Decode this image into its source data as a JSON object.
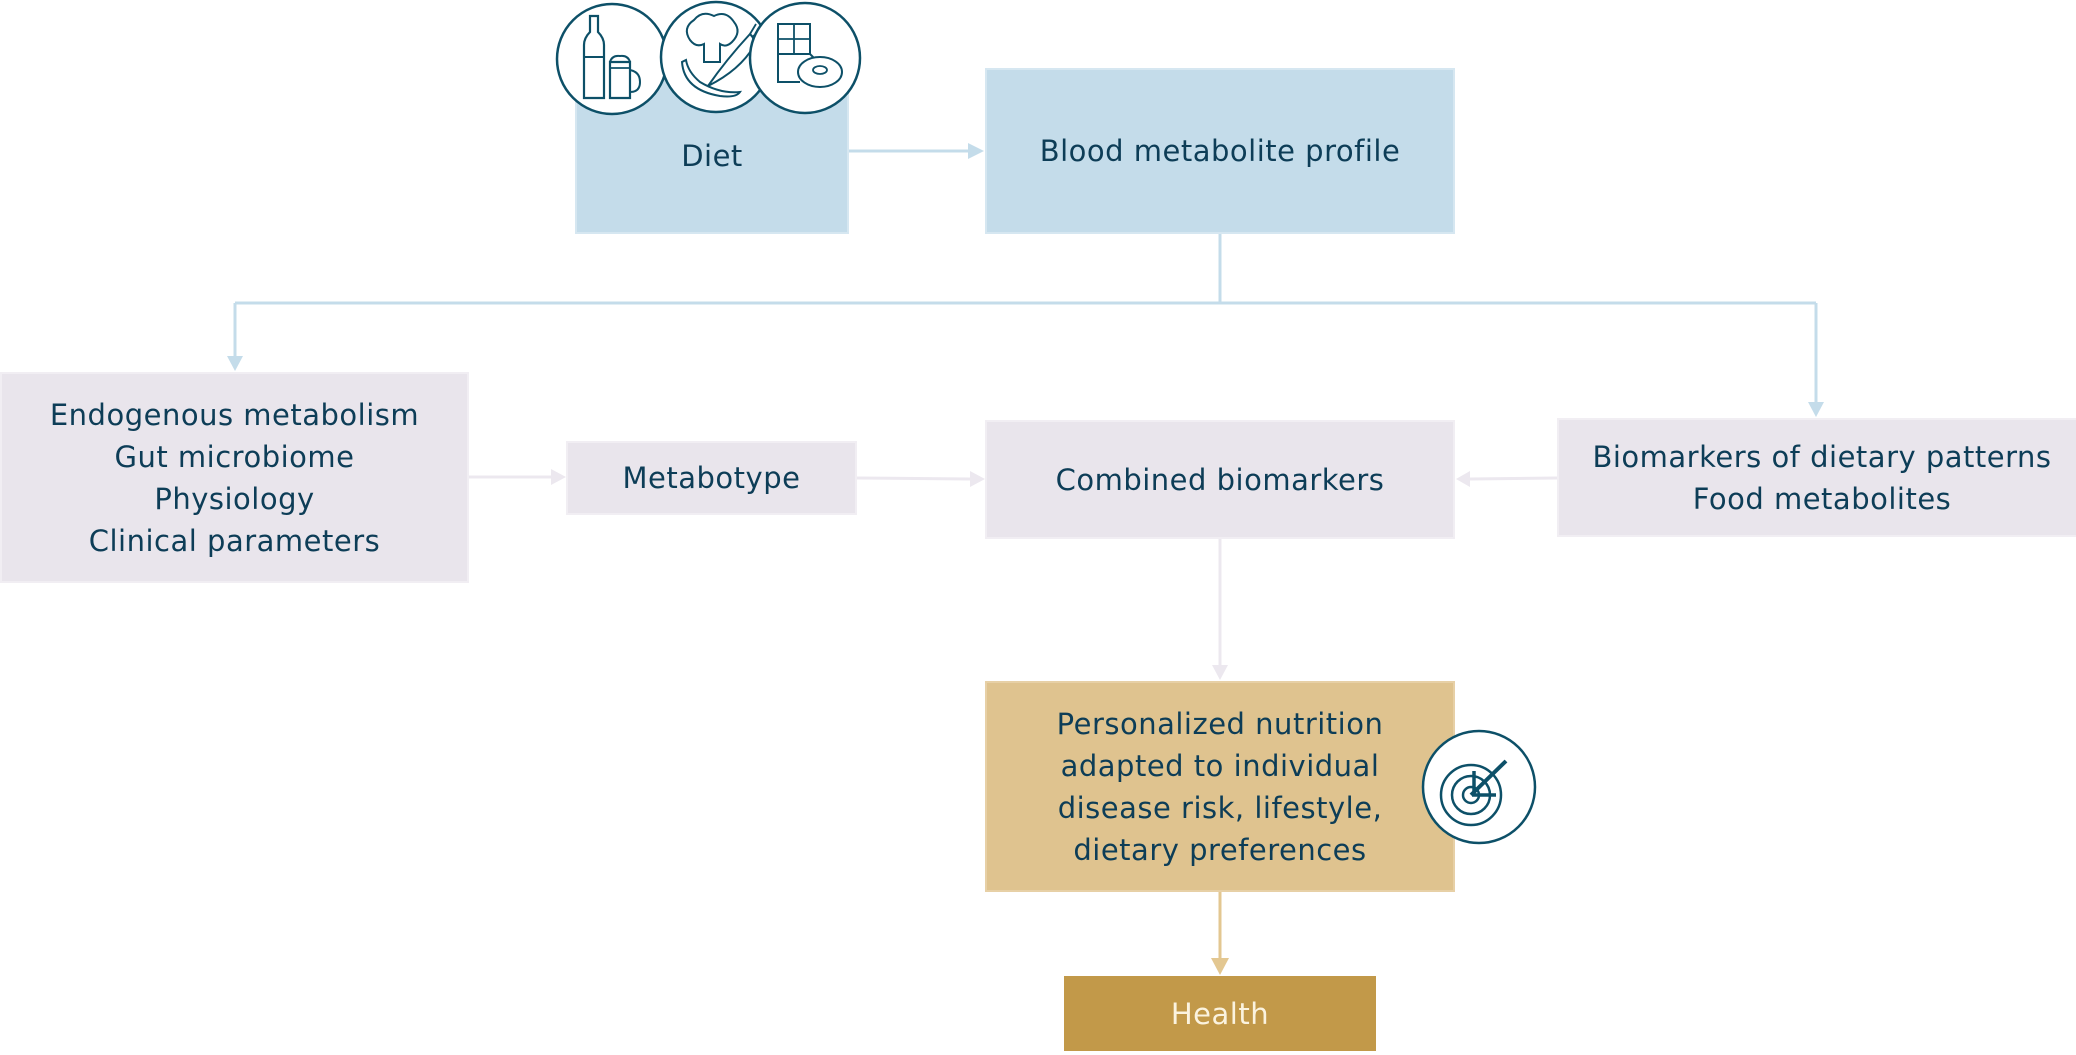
{
  "diagram": {
    "nodes": {
      "diet": {
        "label": "Diet",
        "icon": "food-icons-drinks-vegetables-sweets"
      },
      "blood": {
        "label": "Blood metabolite profile"
      },
      "endogenous": {
        "lines": [
          "Endogenous metabolism",
          "Gut microbiome",
          "Physiology",
          "Clinical parameters"
        ]
      },
      "metabotype": {
        "label": "Metabotype"
      },
      "combined": {
        "label": "Combined biomarkers"
      },
      "biomarkers": {
        "lines": [
          "Biomarkers of dietary patterns",
          "Food metabolites"
        ]
      },
      "personalized": {
        "lines": [
          "Personalized nutrition",
          "adapted to individual",
          "disease risk, lifestyle,",
          "dietary preferences"
        ],
        "icon": "target-icon"
      },
      "health": {
        "label": "Health"
      }
    },
    "edges": [
      {
        "from": "diet",
        "to": "blood"
      },
      {
        "from": "blood",
        "to": "endogenous"
      },
      {
        "from": "blood",
        "to": "biomarkers"
      },
      {
        "from": "endogenous",
        "to": "metabotype"
      },
      {
        "from": "metabotype",
        "to": "combined"
      },
      {
        "from": "biomarkers",
        "to": "combined"
      },
      {
        "from": "combined",
        "to": "personalized"
      },
      {
        "from": "personalized",
        "to": "health"
      }
    ],
    "colors": {
      "blue_box": "#c4dcea",
      "lavender_box": "#e9e5ec",
      "tan_box": "#dfc38f",
      "gold_box": "#c29949",
      "text": "#0d3d57",
      "icon_stroke": "#0d5068",
      "blue_arrow": "#c4dcea",
      "lavender_arrow": "#ece8ef",
      "tan_arrow": "#e3c791"
    }
  }
}
